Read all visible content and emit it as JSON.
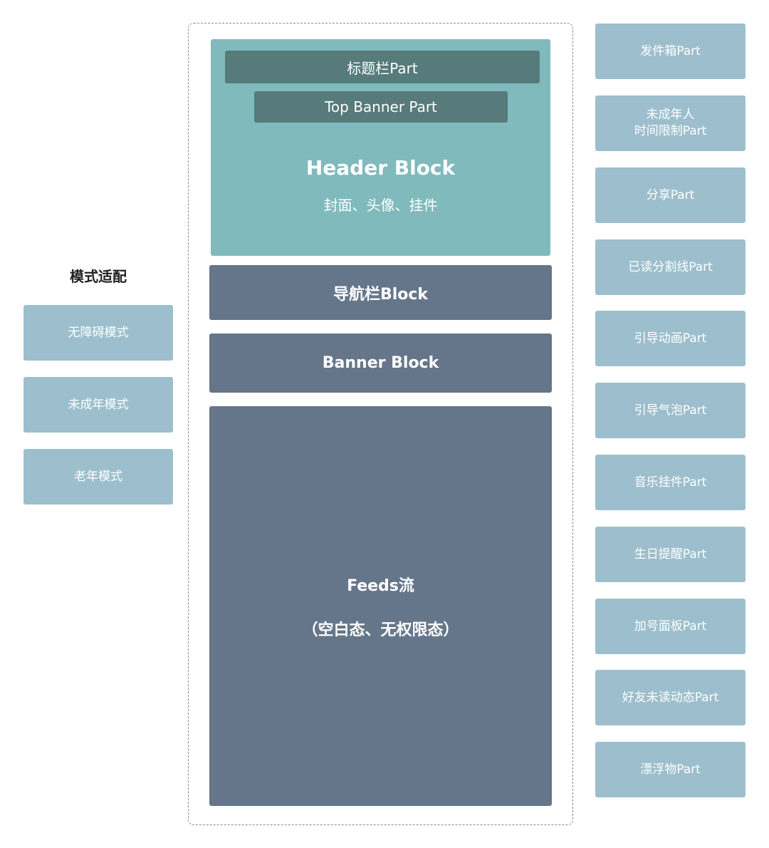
{
  "mode_section": {
    "title": "模式适配",
    "items": [
      "无障碍模式",
      "未成年模式",
      "老年模式"
    ]
  },
  "main": {
    "title_part": "标题栏Part",
    "top_banner_part": "Top Banner Part",
    "header_block": {
      "title": "Header Block",
      "subtitle": "封面、头像、挂件"
    },
    "nav_block": "导航栏Block",
    "banner_block": "Banner Block",
    "feeds": {
      "title": "Feeds流",
      "subtitle": "（空白态、无权限态）"
    }
  },
  "parts": [
    "发件箱Part",
    "未成年人\n时间限制Part",
    "分享Part",
    "已读分割线Part",
    "引导动画Part",
    "引导气泡Part",
    "音乐挂件Part",
    "生日提醒Part",
    "加号面板Part",
    "好友未读动态Part",
    "漂浮物Part"
  ],
  "colors": {
    "side_box": "#9dbfcd",
    "header_block": "#80babd",
    "part_bar": "#567b7a",
    "dark_block": "#66768a",
    "frame_border": "#8a8a8a"
  }
}
